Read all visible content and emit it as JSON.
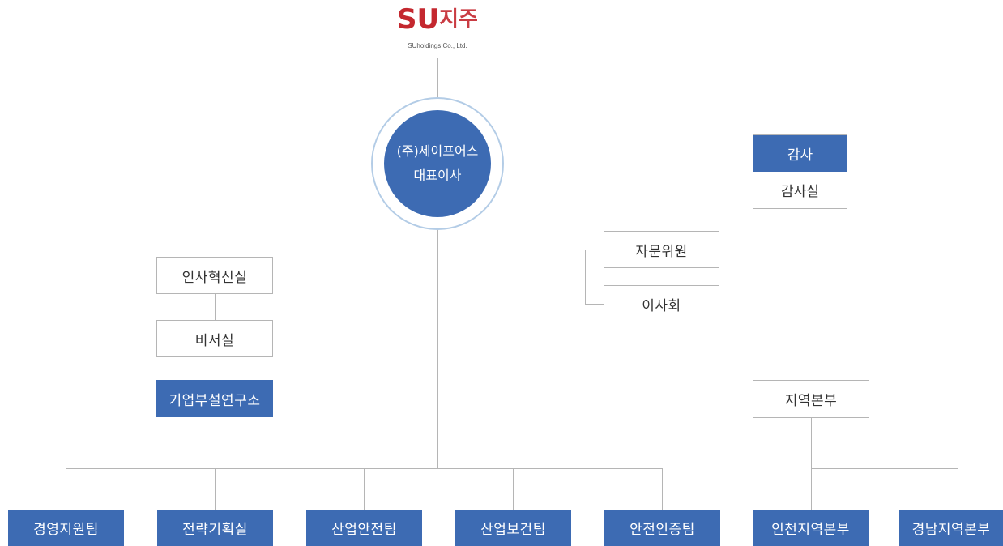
{
  "logo": {
    "brand": "SU",
    "brand_ko": "지주",
    "subtitle": "SUholdings Co., Ltd.",
    "color": "#c4282f"
  },
  "ceo": {
    "line1": "(주)세이프어스",
    "line2": "대표이사"
  },
  "audit": {
    "title": "감사",
    "office": "감사실"
  },
  "left_units": {
    "hr_innovation": "인사혁신실",
    "secretary": "비서실",
    "research_lab": "기업부설연구소"
  },
  "right_units": {
    "advisor": "자문위원",
    "board": "이사회",
    "regional_hq": "지역본부"
  },
  "teams": [
    "경영지원팀",
    "전략기획실",
    "산업안전팀",
    "산업보건팀",
    "안전인증팀"
  ],
  "regional": [
    "인천지역본부",
    "경남지역본부"
  ],
  "colors": {
    "primary": "#3d6bb3",
    "line": "#b5b5b5",
    "ring": "#b3cce6"
  }
}
